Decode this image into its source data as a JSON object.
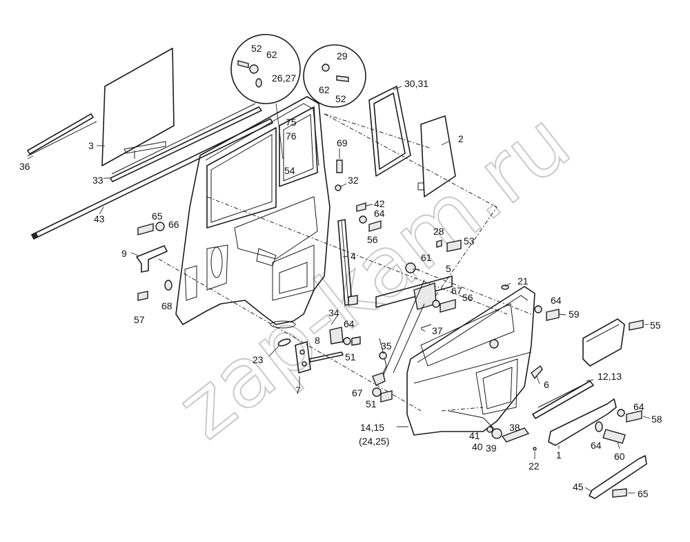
{
  "diagram": {
    "watermark": "zap-kam.ru",
    "callouts": [
      {
        "id": "c52a",
        "text": "52"
      },
      {
        "id": "c62a",
        "text": "62"
      },
      {
        "id": "c2627",
        "text": "26,27"
      },
      {
        "id": "c29",
        "text": "29"
      },
      {
        "id": "c62b",
        "text": "62"
      },
      {
        "id": "c52b",
        "text": "52"
      },
      {
        "id": "c3031",
        "text": "30,31"
      },
      {
        "id": "c75",
        "text": "75"
      },
      {
        "id": "c76",
        "text": "76"
      },
      {
        "id": "c54",
        "text": "54"
      },
      {
        "id": "c69",
        "text": "69"
      },
      {
        "id": "c32",
        "text": "32"
      },
      {
        "id": "c2",
        "text": "2"
      },
      {
        "id": "c3",
        "text": "3"
      },
      {
        "id": "c36",
        "text": "36"
      },
      {
        "id": "c33",
        "text": "33"
      },
      {
        "id": "c43",
        "text": "43"
      },
      {
        "id": "c42",
        "text": "42"
      },
      {
        "id": "c64a",
        "text": "64"
      },
      {
        "id": "c56a",
        "text": "56"
      },
      {
        "id": "c65a",
        "text": "65"
      },
      {
        "id": "c66",
        "text": "66"
      },
      {
        "id": "c9",
        "text": "9"
      },
      {
        "id": "c28",
        "text": "28"
      },
      {
        "id": "c53",
        "text": "53"
      },
      {
        "id": "c61",
        "text": "61"
      },
      {
        "id": "c5",
        "text": "5"
      },
      {
        "id": "c4",
        "text": "4"
      },
      {
        "id": "c21",
        "text": "21"
      },
      {
        "id": "c67a",
        "text": "67"
      },
      {
        "id": "c56b",
        "text": "56"
      },
      {
        "id": "c64b",
        "text": "64"
      },
      {
        "id": "c59",
        "text": "59"
      },
      {
        "id": "c57",
        "text": "57"
      },
      {
        "id": "c68",
        "text": "68"
      },
      {
        "id": "c34",
        "text": "34"
      },
      {
        "id": "c64c",
        "text": "64"
      },
      {
        "id": "c37",
        "text": "37"
      },
      {
        "id": "c55",
        "text": "55"
      },
      {
        "id": "c8",
        "text": "8"
      },
      {
        "id": "c35",
        "text": "35"
      },
      {
        "id": "c23",
        "text": "23"
      },
      {
        "id": "c51a",
        "text": "51"
      },
      {
        "id": "c6",
        "text": "6"
      },
      {
        "id": "c1213",
        "text": "12,13"
      },
      {
        "id": "c7",
        "text": "7"
      },
      {
        "id": "c67b",
        "text": "67"
      },
      {
        "id": "c51b",
        "text": "51"
      },
      {
        "id": "c64d",
        "text": "64"
      },
      {
        "id": "c58",
        "text": "58"
      },
      {
        "id": "c1415",
        "text": "14,15"
      },
      {
        "id": "c2425",
        "text": "(24,25)"
      },
      {
        "id": "c38",
        "text": "38"
      },
      {
        "id": "c41",
        "text": "41"
      },
      {
        "id": "c40",
        "text": "40"
      },
      {
        "id": "c39",
        "text": "39"
      },
      {
        "id": "c1",
        "text": "1"
      },
      {
        "id": "c64e",
        "text": "64"
      },
      {
        "id": "c60",
        "text": "60"
      },
      {
        "id": "c22",
        "text": "22"
      },
      {
        "id": "c45",
        "text": "45"
      },
      {
        "id": "c65b",
        "text": "65"
      }
    ]
  }
}
